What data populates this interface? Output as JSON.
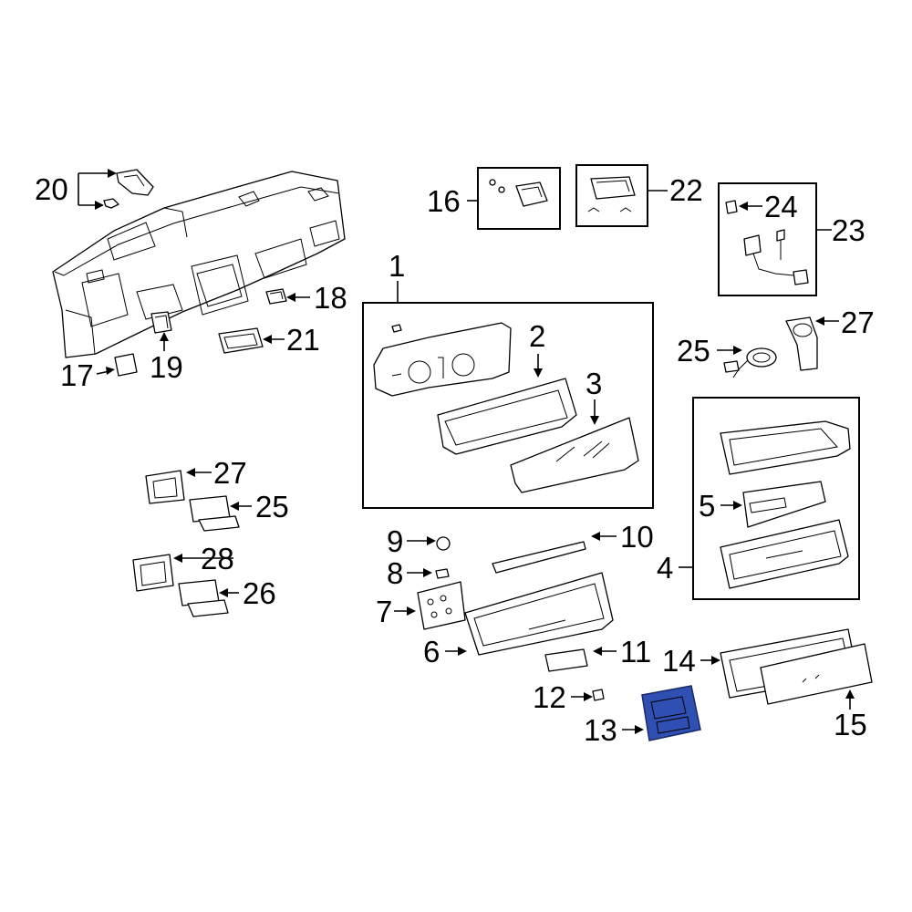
{
  "diagram": {
    "callouts": [
      "1",
      "2",
      "3",
      "4",
      "5",
      "6",
      "7",
      "8",
      "9",
      "10",
      "11",
      "12",
      "13",
      "14",
      "15",
      "16",
      "17",
      "18",
      "19",
      "20",
      "21",
      "22",
      "23",
      "24",
      "25",
      "26",
      "27",
      "28"
    ],
    "highlighted_part": "13",
    "highlight_color": "#2f4fb3"
  }
}
